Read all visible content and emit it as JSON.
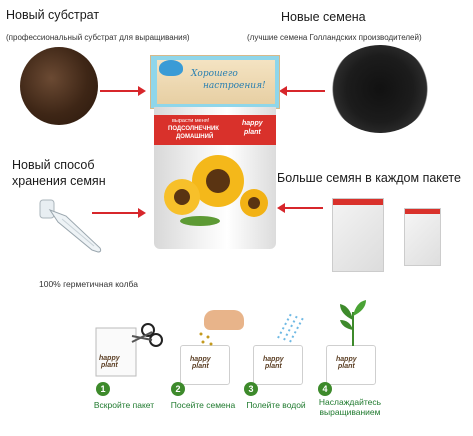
{
  "substrate": {
    "title": "Новый субстрат",
    "subtitle": "(профессиональный субстрат для выращивания)"
  },
  "seeds": {
    "title": "Новые семена",
    "subtitle": "(лучшие семена Голландских производителей)"
  },
  "storage": {
    "title_line1": "Новый способ",
    "title_line2": "хранения семян",
    "caption": "100% герметичная колба"
  },
  "more_seeds": {
    "title": "Больше семян в каждом пакете"
  },
  "product": {
    "card_text_line1": "Хорошего",
    "card_text_line2": "настроения!",
    "tagline": "вырасти меня!",
    "name_line1": "ПОДСОЛНЕЧНИК",
    "name_line2": "ДОМАШНИЙ",
    "brand_line1": "happy",
    "brand_line2": "plant"
  },
  "steps": [
    {
      "number": "1",
      "label": "Вскройте пакет"
    },
    {
      "number": "2",
      "label": "Посейте семена"
    },
    {
      "number": "3",
      "label": "Полейте водой"
    },
    {
      "number": "4",
      "label_line1": "Наслаждайтесь",
      "label_line2": "выращиванием"
    }
  ],
  "colors": {
    "arrow": "#d7262b",
    "accent_red": "#d9312b",
    "step_green": "#3d8a2b",
    "label_green": "#1f7a2e"
  }
}
